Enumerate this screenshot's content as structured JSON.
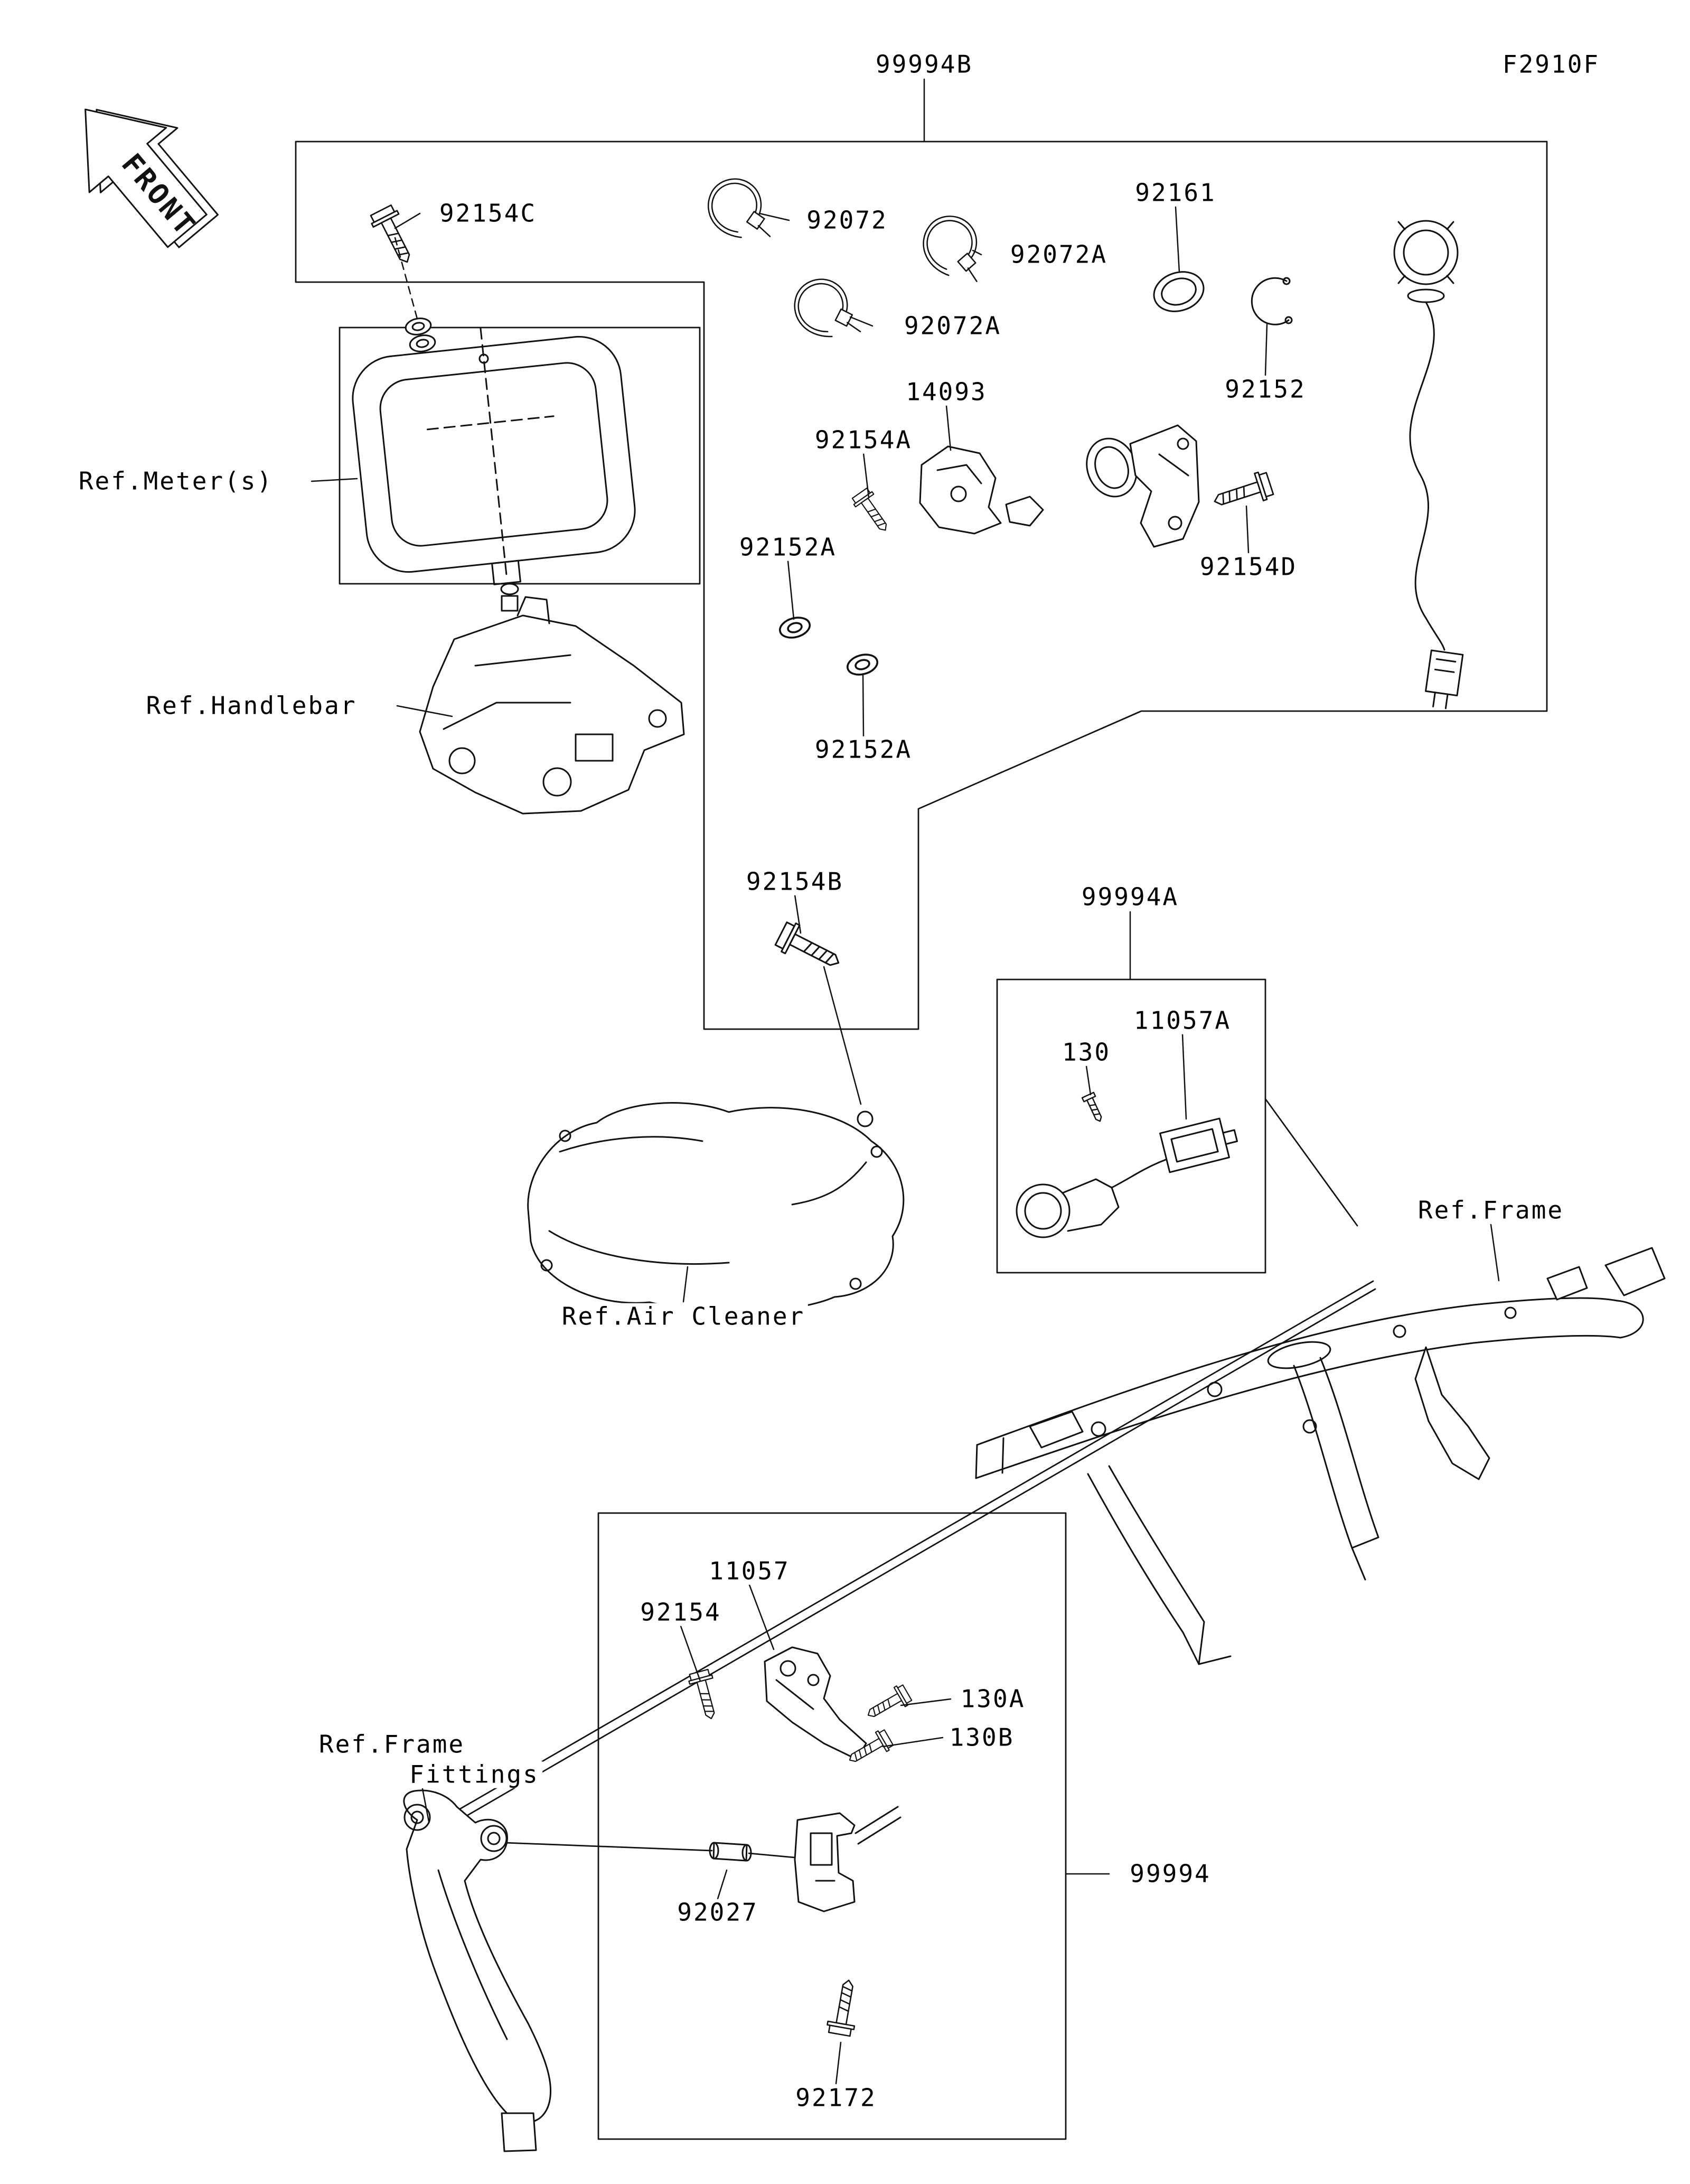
{
  "meta": {
    "page_code": "F2910F"
  },
  "front_marker": {
    "label": "FRONT"
  },
  "labels": {
    "group_b": "99994B",
    "group_a": "99994A",
    "group_main": "99994",
    "p92154C": "92154C",
    "p92072": "92072",
    "p92072A_1": "92072A",
    "p92072A_2": "92072A",
    "p92161": "92161",
    "p92152": "92152",
    "p14093": "14093",
    "p92154A": "92154A",
    "p92152A_1": "92152A",
    "p92154D": "92154D",
    "p92152A_2": "92152A",
    "p92154B": "92154B",
    "p130": "130",
    "p11057A": "11057A",
    "p11057": "11057",
    "p92154": "92154",
    "p130A": "130A",
    "p130B": "130B",
    "p92027": "92027",
    "p92172": "92172",
    "ref_meter": "Ref.Meter(s)",
    "ref_handlebar": "Ref.Handlebar",
    "ref_frame": "Ref.Frame",
    "ref_air_cleaner": "Ref.Air Cleaner",
    "ref_frame_fittings_1": "Ref.Frame",
    "ref_frame_fittings_2": "Fittings"
  }
}
